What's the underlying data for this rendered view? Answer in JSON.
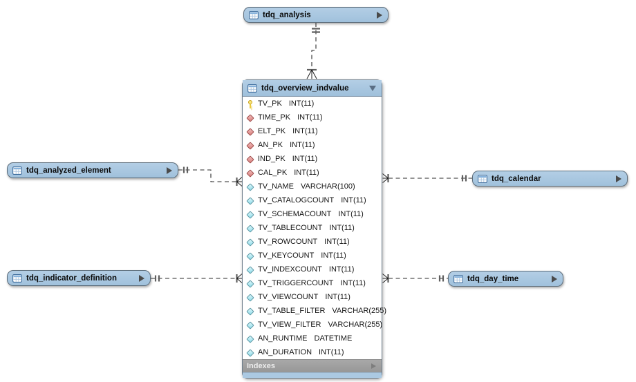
{
  "tables": {
    "analysis": {
      "name": "tdq_analysis"
    },
    "analyzed_element": {
      "name": "tdq_analyzed_element"
    },
    "indicator_definition": {
      "name": "tdq_indicator_definition"
    },
    "calendar": {
      "name": "tdq_calendar"
    },
    "day_time": {
      "name": "tdq_day_time"
    },
    "overview_indvalue": {
      "name": "tdq_overview_indvalue",
      "footer_label": "Indexes",
      "columns": [
        {
          "name": "TV_PK",
          "type": "INT(11)",
          "icon": "primary-key-icon"
        },
        {
          "name": "TIME_PK",
          "type": "INT(11)",
          "icon": "foreign-key-icon"
        },
        {
          "name": "ELT_PK",
          "type": "INT(11)",
          "icon": "foreign-key-icon"
        },
        {
          "name": "AN_PK",
          "type": "INT(11)",
          "icon": "foreign-key-icon"
        },
        {
          "name": "IND_PK",
          "type": "INT(11)",
          "icon": "foreign-key-icon"
        },
        {
          "name": "CAL_PK",
          "type": "INT(11)",
          "icon": "foreign-key-icon"
        },
        {
          "name": "TV_NAME",
          "type": "VARCHAR(100)",
          "icon": "column-icon"
        },
        {
          "name": "TV_CATALOGCOUNT",
          "type": "INT(11)",
          "icon": "column-icon"
        },
        {
          "name": "TV_SCHEMACOUNT",
          "type": "INT(11)",
          "icon": "column-icon"
        },
        {
          "name": "TV_TABLECOUNT",
          "type": "INT(11)",
          "icon": "column-icon"
        },
        {
          "name": "TV_ROWCOUNT",
          "type": "INT(11)",
          "icon": "column-icon"
        },
        {
          "name": "TV_KEYCOUNT",
          "type": "INT(11)",
          "icon": "column-icon"
        },
        {
          "name": "TV_INDEXCOUNT",
          "type": "INT(11)",
          "icon": "column-icon"
        },
        {
          "name": "TV_TRIGGERCOUNT",
          "type": "INT(11)",
          "icon": "column-icon"
        },
        {
          "name": "TV_VIEWCOUNT",
          "type": "INT(11)",
          "icon": "column-icon"
        },
        {
          "name": "TV_TABLE_FILTER",
          "type": "VARCHAR(255)",
          "icon": "column-icon"
        },
        {
          "name": "TV_VIEW_FILTER",
          "type": "VARCHAR(255)",
          "icon": "column-icon"
        },
        {
          "name": "AN_RUNTIME",
          "type": "DATETIME",
          "icon": "column-icon"
        },
        {
          "name": "AN_DURATION",
          "type": "INT(11)",
          "icon": "column-icon"
        }
      ]
    }
  },
  "relationships": [
    {
      "from": "tdq_analysis",
      "to": "tdq_overview_indvalue",
      "cardinality": "one-to-many",
      "line_style": "dashed"
    },
    {
      "from": "tdq_analyzed_element",
      "to": "tdq_overview_indvalue",
      "cardinality": "one-to-many",
      "line_style": "dashed"
    },
    {
      "from": "tdq_calendar",
      "to": "tdq_overview_indvalue",
      "cardinality": "one-to-many",
      "line_style": "dashed"
    },
    {
      "from": "tdq_indicator_definition",
      "to": "tdq_overview_indvalue",
      "cardinality": "one-to-many",
      "line_style": "dashed"
    },
    {
      "from": "tdq_day_time",
      "to": "tdq_overview_indvalue",
      "cardinality": "one-to-many",
      "line_style": "dashed"
    }
  ],
  "colors": {
    "table_header_blue": "#a7c6e0",
    "table_border": "#5c6c7a",
    "body_background": "#ffffff",
    "footer_gray": "#9e9e9e",
    "bottom_strip_blue": "#abc9e2",
    "primary_key_yellow": "#f2d141",
    "foreign_key_red": "#e59492",
    "column_cyan": "#a8e6f0",
    "line_color": "#222222"
  }
}
